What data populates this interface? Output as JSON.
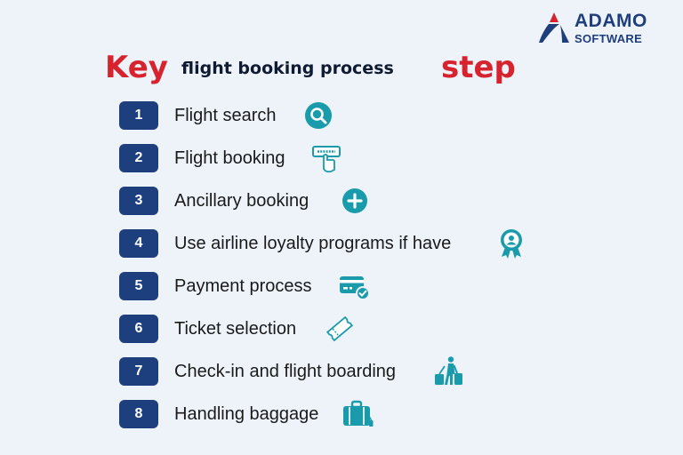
{
  "brand": {
    "line1": "ADAMO",
    "line2": "SOFTWARE",
    "primary_color": "#1f3e7c",
    "accent_color": "#d6232e"
  },
  "title": {
    "word1": "Key",
    "middle": "flight booking process",
    "word3": "step",
    "accent_color": "#d6232e"
  },
  "steps": [
    {
      "number": "1",
      "label": "Flight search",
      "icon": "search-icon"
    },
    {
      "number": "2",
      "label": "Flight booking",
      "icon": "booking-button-icon"
    },
    {
      "number": "3",
      "label": "Ancillary booking",
      "icon": "plus-icon"
    },
    {
      "number": "4",
      "label": "Use airline loyalty programs if have",
      "icon": "loyalty-badge-icon"
    },
    {
      "number": "5",
      "label": "Payment process",
      "icon": "credit-card-icon"
    },
    {
      "number": "6",
      "label": "Ticket selection",
      "icon": "ticket-icon"
    },
    {
      "number": "7",
      "label": "Check-in and flight boarding",
      "icon": "traveler-luggage-icon"
    },
    {
      "number": "8",
      "label": "Handling baggage",
      "icon": "suitcase-icon"
    }
  ],
  "icon_color": "#1a9bab",
  "badge_color": "#1d3f7d"
}
